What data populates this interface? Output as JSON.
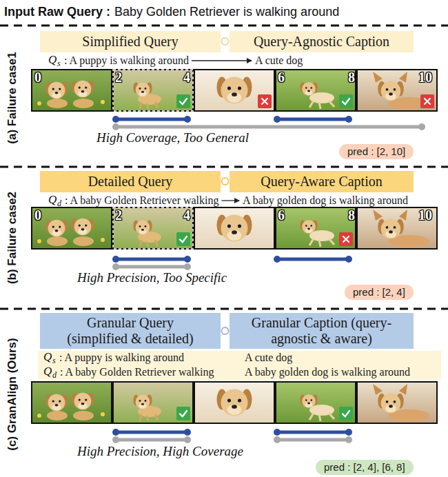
{
  "diagram": {
    "nodes": [
      {
        "text": [
          "Simplified Query"
        ]
      },
      {
        "text": [
          "Query-Agnostic Caption"
        ]
      },
      {
        "text": [
          "pred : [2, 10]"
        ]
      },
      {
        "text": [
          "Detailed Query"
        ]
      },
      {
        "text": [
          "Query-Aware Caption"
        ]
      },
      {
        "text": [
          "pred : [2, 4]"
        ]
      },
      {
        "text": [
          "Granular Query (simplified & detailed)"
        ]
      },
      {
        "text": [
          "Granular Caption (query-agnostic & aware)"
        ]
      },
      {
        "text": [
          "Q",
          "s",
          ": A puppy is walking around",
          "Q",
          "d",
          ": A baby Golden Retriever walking",
          "A cute dog",
          "A baby golden dog is walking around"
        ]
      },
      {
        "text": [
          "pred : [2, 4], [6, 8]"
        ]
      }
    ],
    "labels": [
      "Input Raw Query :",
      "Baby Golden Retriever is walking around",
      "(a) Failure case1",
      "Q",
      "s",
      ": A puppy is walking around",
      "A cute dog",
      "0",
      "2",
      "4",
      "6",
      "8",
      "10",
      "High Coverage, Too General",
      "(b) Failure case2",
      "Q",
      "d",
      ": A baby Golden Retriever walking",
      "A baby golden dog is walking around",
      "0",
      "2",
      "4",
      "6",
      "8",
      "10",
      "High Precision, Too Specific",
      "(c) GranAlign (Ours)",
      "High Precision, High Coverage"
    ]
  }
}
